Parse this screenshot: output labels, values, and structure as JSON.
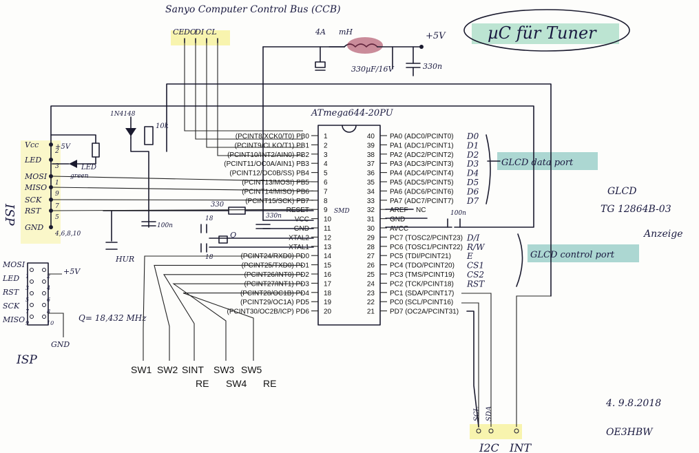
{
  "title": "Sanyo Computer Control Bus (CCB)",
  "ccb_pins": [
    "CE",
    "DO",
    "DI",
    "CL"
  ],
  "supply": {
    "label": "+5V",
    "fuse": "4A",
    "inductor": "mH",
    "cap1": "330µF/16V",
    "cap2": "330n"
  },
  "project_title": "µC für Tuner",
  "chip_name": "ATmega644-20PU",
  "left_pins": [
    {
      "num": "1",
      "name": "(PCINT8/XCK0/T0) PB0"
    },
    {
      "num": "2",
      "name": "(PCINT9/CLKO/T1) PB1"
    },
    {
      "num": "3",
      "name": "(PCINT10/INT2/AIN0) PB2"
    },
    {
      "num": "4",
      "name": "(PCINT11/OC0A/AIN1) PB3"
    },
    {
      "num": "5",
      "name": "(PCINT12/OC0B/SS) PB4"
    },
    {
      "num": "6",
      "name": "(PCINT13/MOSI) PB5"
    },
    {
      "num": "7",
      "name": "(PCINT14/MISO) PB6"
    },
    {
      "num": "8",
      "name": "(PCINT15/SCK) PB7"
    },
    {
      "num": "9",
      "name": "RESET"
    },
    {
      "num": "10",
      "name": "VCC"
    },
    {
      "num": "11",
      "name": "GND"
    },
    {
      "num": "12",
      "name": "XTAL2"
    },
    {
      "num": "13",
      "name": "XTAL1"
    },
    {
      "num": "14",
      "name": "(PCINT24/RXD0) PD0"
    },
    {
      "num": "15",
      "name": "(PCINT25/TXD0) PD1"
    },
    {
      "num": "16",
      "name": "(PCINT26/INT0) PD2"
    },
    {
      "num": "17",
      "name": "(PCINT27/INT1) PD3"
    },
    {
      "num": "18",
      "name": "(PCINT28/OC1B) PD4"
    },
    {
      "num": "19",
      "name": "(PCINT29/OC1A) PD5"
    },
    {
      "num": "20",
      "name": "(PCINT30/OC2B/ICP) PD6"
    }
  ],
  "right_pins": [
    {
      "num": "40",
      "name": "PA0 (ADC0/PCINT0)",
      "net": "D0"
    },
    {
      "num": "39",
      "name": "PA1 (ADC1/PCINT1)",
      "net": "D1"
    },
    {
      "num": "38",
      "name": "PA2 (ADC2/PCINT2)",
      "net": "D2"
    },
    {
      "num": "37",
      "name": "PA3 (ADC3/PCINT3)",
      "net": "D3"
    },
    {
      "num": "36",
      "name": "PA4 (ADC4/PCINT4)",
      "net": "D4"
    },
    {
      "num": "35",
      "name": "PA5 (ADC5/PCINT5)",
      "net": "D5"
    },
    {
      "num": "34",
      "name": "PA6 (ADC6/PCINT6)",
      "net": "D6"
    },
    {
      "num": "33",
      "name": "PA7 (ADC7/PCINT7)",
      "net": "D7"
    },
    {
      "num": "32",
      "name": "AREF",
      "net": "NC"
    },
    {
      "num": "31",
      "name": "GND",
      "net": ""
    },
    {
      "num": "30",
      "name": "AVCC",
      "net": ""
    },
    {
      "num": "29",
      "name": "PC7 (TOSC2/PCINT23)",
      "net": "D/I"
    },
    {
      "num": "28",
      "name": "PC6 (TOSC1/PCINT22)",
      "net": "R/W"
    },
    {
      "num": "27",
      "name": "PC5 (TDI/PCINT21)",
      "net": "E"
    },
    {
      "num": "26",
      "name": "PC4 (TDO/PCINT20)",
      "net": "CS1"
    },
    {
      "num": "25",
      "name": "PC3 (TMS/PCINT19)",
      "net": "CS2"
    },
    {
      "num": "24",
      "name": "PC2 (TCK/PCINT18)",
      "net": "RST"
    },
    {
      "num": "23",
      "name": "PC1 (SDA/PCINT17)",
      "net": ""
    },
    {
      "num": "22",
      "name": "PC0 (SCL/PCINT16)",
      "net": ""
    },
    {
      "num": "21",
      "name": "PD7 (OC2A/PCINT31)",
      "net": ""
    }
  ],
  "smd_label": "SMD",
  "cap_330n": "330n",
  "cap_100n_isp": "100n",
  "cap_100n_avcc": "100n",
  "crystal_caps": [
    "18",
    "18"
  ],
  "crystal_label": "Q",
  "crystal_freq": "Q= 18,432 MHz",
  "reset_res": "330",
  "reset_button": "HUR",
  "diode_label": "1N4148",
  "pullup": "10k",
  "isp_left": {
    "title": "ISP",
    "signals": [
      "Vcc",
      "LED",
      "MOSI",
      "MISO",
      "SCK",
      "RST",
      "GND"
    ],
    "pins": [
      "2",
      "3",
      "1",
      "9",
      "7",
      "5",
      "4,6,8,10"
    ],
    "plus5v": "+5V",
    "led_label": "LED",
    "led_color": "green"
  },
  "isp_connector": {
    "title": "ISP",
    "left_labels": [
      "MOSI",
      "LED",
      "RST",
      "SCK",
      "MISO"
    ],
    "pin_numbers": [
      "1",
      "2",
      "3",
      "4",
      "5",
      "6",
      "7",
      "8",
      "9",
      "10"
    ],
    "plus5v": "+5V",
    "gnd": "GND"
  },
  "glcd_data_port": "GLCD data port",
  "glcd_control_port": "GLCD control port",
  "glcd_name": "GLCD",
  "glcd_model": "TG 12864B-03",
  "glcd_display": "Anzeige",
  "switch_labels": [
    "SW1",
    "SW2",
    "SINT",
    "SW3",
    "SW5"
  ],
  "switch_labels_2": [
    "RE",
    "SW4",
    "RE"
  ],
  "i2c_pins": [
    "SCL",
    "SDA"
  ],
  "bottom_pins": [
    "I2C",
    "INT"
  ],
  "date": "4. 9.8.2018",
  "author": "OE3HBW",
  "colors": {
    "highlight_yellow": "#f7f2a0",
    "highlight_teal": "#4aa8a0",
    "highlight_green": "#9fd9c0",
    "inductor_red": "#a0304a",
    "ink": "#1a1a2e"
  }
}
